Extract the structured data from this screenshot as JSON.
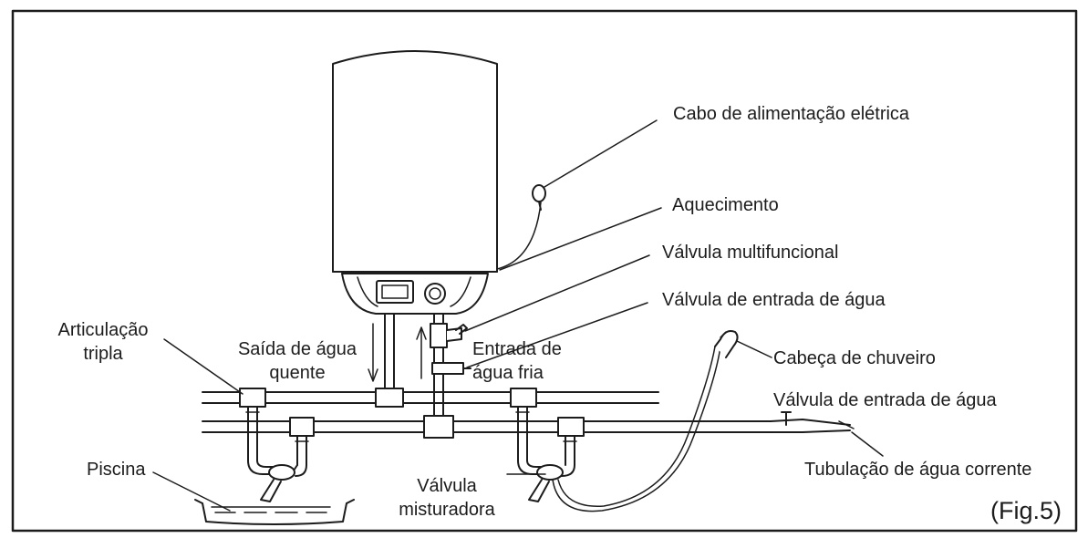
{
  "labels": {
    "power_cable": "Cabo de alimentação elétrica",
    "heating": "Aquecimento",
    "multifunction_valve": "Válvula multifuncional",
    "inlet_valve_top": "Válvula de entrada de água",
    "triple_joint": [
      "Articulação",
      "tripla"
    ],
    "hot_outlet": [
      "Saída de água",
      "quente"
    ],
    "cold_inlet": [
      "Entrada de",
      "água fria"
    ],
    "shower_head": "Cabeça de chuveiro",
    "inlet_valve_right": "Válvula de entrada de água",
    "pool": "Piscina",
    "mixing_valve": [
      "Válvula",
      "misturadora"
    ],
    "running_water_pipe": "Tubulação de água corrente",
    "figure_ref": "(Fig.5)"
  },
  "colors": {
    "line": "#1c1c1c",
    "background": "#ffffff"
  }
}
